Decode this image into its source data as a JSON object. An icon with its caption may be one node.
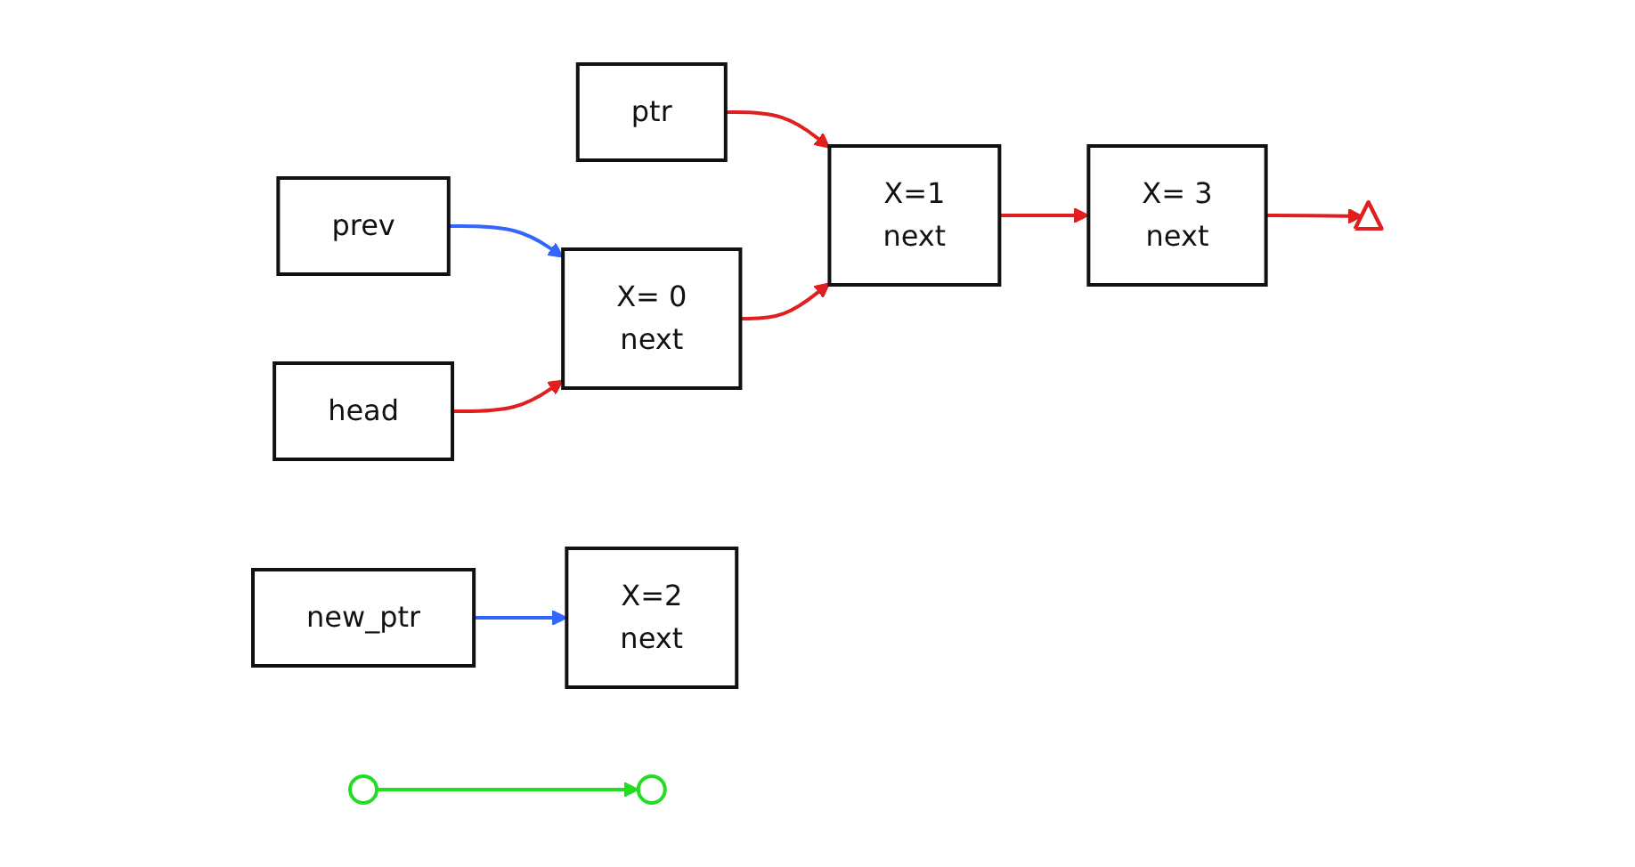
{
  "diagram": {
    "nodes": [
      {
        "text": [
          "prev"
        ]
      },
      {
        "text": [
          "ptr"
        ]
      },
      {
        "text": [
          "head"
        ]
      },
      {
        "text": [
          "X= 0",
          "next"
        ]
      },
      {
        "text": [
          "X=1",
          "next"
        ]
      },
      {
        "text": [
          "X= 3",
          "next"
        ]
      },
      {
        "text": [],
        "shape": "triangle"
      },
      {
        "text": [
          "new_ptr"
        ]
      },
      {
        "text": [
          "X=2",
          "next"
        ]
      },
      {
        "text": [],
        "shape": "circle"
      },
      {
        "text": [],
        "shape": "circle"
      }
    ],
    "edges": [
      {
        "from": 0,
        "to": 3,
        "arrow": "to",
        "color": "#3366ff"
      },
      {
        "from": 1,
        "to": 4,
        "arrow": "to"
      },
      {
        "from": 2,
        "to": 3,
        "arrow": "to"
      },
      {
        "from": 3,
        "to": 4,
        "arrow": "to"
      },
      {
        "from": 4,
        "to": 5,
        "arrow": "to"
      },
      {
        "from": 5,
        "to": 6,
        "arrow": "to"
      },
      {
        "from": 7,
        "to": 8,
        "arrow": "to",
        "color": "#3366ff"
      },
      {
        "from": 9,
        "to": 10,
        "arrow": "to",
        "color": "#22dd22"
      }
    ]
  }
}
